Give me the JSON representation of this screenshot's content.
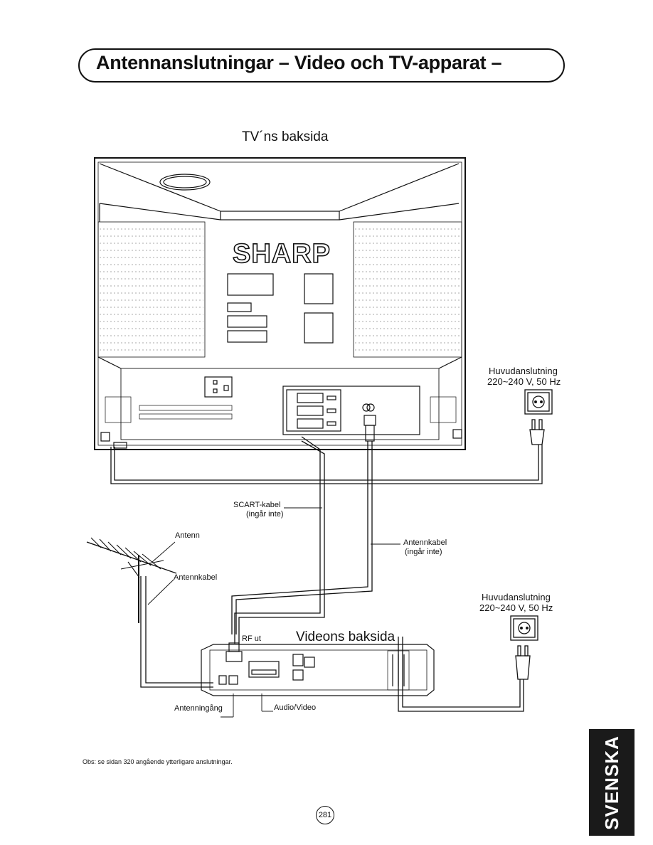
{
  "header": {
    "title": "Antennanslutningar – Video och TV-apparat –"
  },
  "tv": {
    "caption": "TV´ns baksida",
    "brand_logo": "SHARP"
  },
  "mains_tv": {
    "label": "Huvudanslutning",
    "spec": "220~240 V, 50 Hz"
  },
  "mains_vcr": {
    "label": "Huvudanslutning",
    "spec": "220~240 V, 50 Hz"
  },
  "labels": {
    "scart_cable": "SCART-kabel",
    "scart_note": "(ingår inte)",
    "antenna": "Antenn",
    "antenna_cable_left": "Antennkabel",
    "antenna_cable_right": "Antennkabel",
    "antenna_cable_note": "(ingår inte)",
    "rf_out": "RF ut",
    "vcr_caption": "Videons baksida",
    "antenna_input": "Antenningång",
    "audio_video": "Audio/Video"
  },
  "footnote": "Obs: se sidan 320 angående ytterligare anslutningar.",
  "language_tab": "SVENSKA",
  "page_number": "281"
}
